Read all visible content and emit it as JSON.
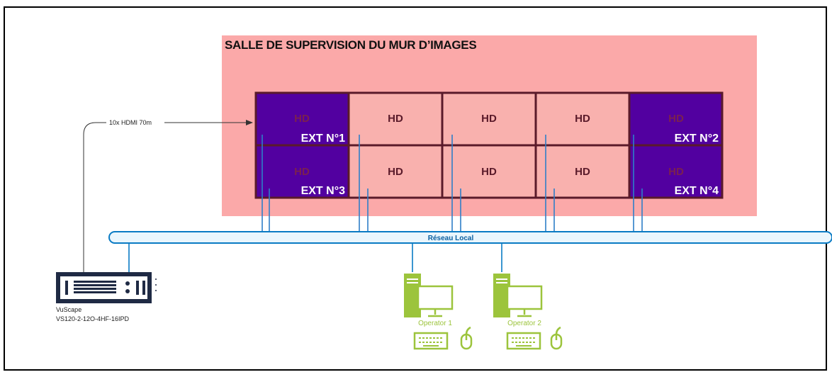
{
  "room_title": "SALLE DE SUPERVISION DU MUR D’IMAGES",
  "cable_label": "10x HDMI 70m",
  "network_label": "Réseau Local",
  "device": {
    "brand": "VuScape",
    "model": "VS120-2-12O-4HF-16IPD"
  },
  "wall": {
    "cells": [
      {
        "label": "HD",
        "ext": "EXT N°1"
      },
      {
        "label": "HD",
        "ext": ""
      },
      {
        "label": "HD",
        "ext": ""
      },
      {
        "label": "HD",
        "ext": ""
      },
      {
        "label": "HD",
        "ext": "EXT N°2"
      },
      {
        "label": "HD",
        "ext": "EXT N°3"
      },
      {
        "label": "HD",
        "ext": ""
      },
      {
        "label": "HD",
        "ext": ""
      },
      {
        "label": "HD",
        "ext": ""
      },
      {
        "label": "HD",
        "ext": "EXT N°4"
      }
    ]
  },
  "operators": [
    {
      "label": "Operator 1"
    },
    {
      "label": "Operator 2"
    }
  ],
  "colors": {
    "room_fill": "#fba9a9",
    "screen_pink": "#f9b1ae",
    "screen_purple": "#5200a0",
    "grid_border": "#5a1a2a",
    "network": "#0a7bc4",
    "pipe_fill": "#eaf6fd",
    "device": "#1f2a44",
    "operator_green": "#9cc43c"
  }
}
